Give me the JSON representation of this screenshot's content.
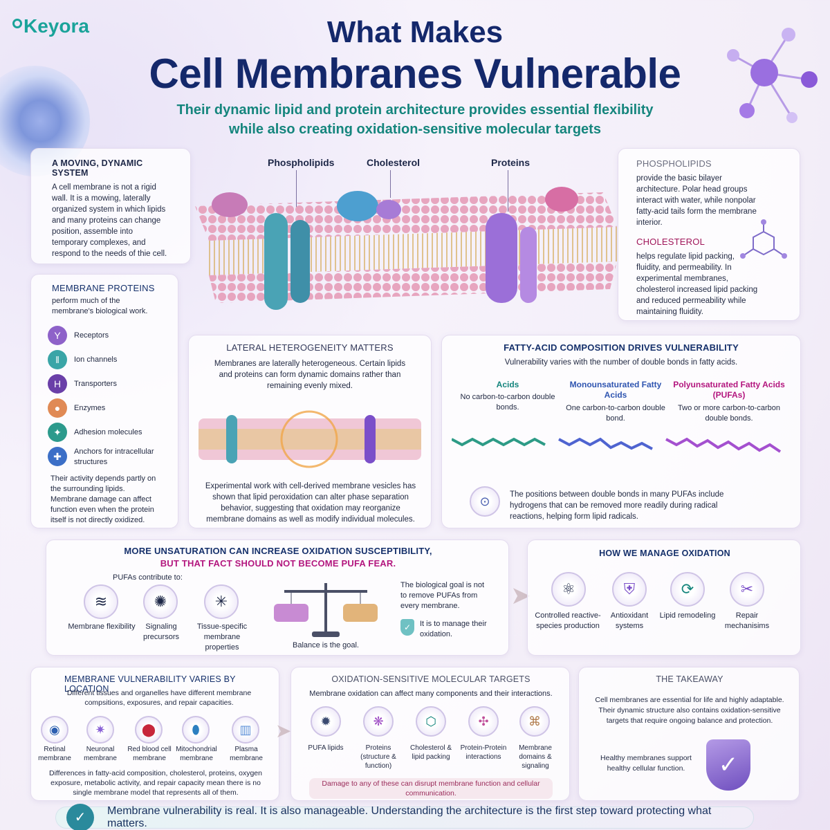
{
  "logo": "Keyora",
  "title": {
    "line1": "What Makes",
    "line2": "Cell Membranes Vulnerable"
  },
  "subtitle": {
    "line1": "Their dynamic lipid and protein architecture provides essential flexibility",
    "line2": "while also creating oxidation-sensitive molecular targets"
  },
  "dynamic": {
    "heading": "A MOVING, DYNAMIC SYSTEM",
    "text": "A cell membrane is not a rigid wall. It is a mowing, laterally organized system in which lipids and many proteins can change position, assemble into temporary complexes, and respond to the needs of thie cell."
  },
  "membrane_labels": {
    "phospholipids": "Phospholipids",
    "cholesterol": "Cholesterol",
    "proteins": "Proteins"
  },
  "phospho_chol": {
    "phospho_heading": "PHOSPHOLIPIDS",
    "phospho_text": "provide the basic bilayer architecture. Polar head groups interact with water, while nonpolar fatty-acid tails form the membrane interior.",
    "chol_heading": "CHOLESTEROL",
    "chol_text": "helps regulate lipid packing, fluidity, and permeability. In experimental membranes, cholesterol increased lipid packing and reduced permeability while maintaining fluidity."
  },
  "proteins_card": {
    "heading": "MEMBRANE PROTEINS",
    "intro": "perform much of the membrane's biological work.",
    "items": [
      "Receptors",
      "Ion channels",
      "Transporters",
      "Enzymes",
      "Adhesion molecules",
      "Anchors for intracellular structures"
    ],
    "footer": "Their activity depends partly on the surrounding lipids. Membrane damage can affect function even when the protein itself is not directly oxidized."
  },
  "lateral": {
    "heading": "LATERAL HETEROGENEITY MATTERS",
    "top": "Membranes are laterally heterogeneous. Certain lipids and proteins can form dynamic domains rather than remaining evenly mixed.",
    "bottom": "Experimental work with cell-derived membrane vesicles has shown that lipid peroxidation can alter phase separation behavior, suggesting that oxidation may reorganize membrane domains as well as modify individual molecules."
  },
  "fatty": {
    "heading": "FATTY-ACID COMPOSITION DRIVES VULNERABILITY",
    "sub": "Vulnerability varies with the number of double bonds in fatty acids.",
    "cols": [
      {
        "name": "Acids",
        "desc": "No carbon-to-carbon double bonds."
      },
      {
        "name": "Monounsaturated Fatty Acids",
        "desc": "One carbon-to-carbon double bond."
      },
      {
        "name": "Polyunsaturated Fatty Acids (PUFAs)",
        "desc": "Two or more carbon-to-carbon double bonds."
      }
    ],
    "note": "The positions between double bonds in many PUFAs include hydrogens that can be removed more readily during radical reactions, helping form lipid radicals."
  },
  "unsat": {
    "heading1": "MORE UNSATURATION CAN INCREASE OXIDATION SUSCEPTIBILITY,",
    "heading2": "BUT THAT FACT SHOULD NOT BECOME PUFA FEAR.",
    "contrib": "PUFAs contribute to:",
    "items": [
      "Membrane flexibility",
      "Signaling precursors",
      "Tissue-specific membrane properties"
    ],
    "balance": "Balance is the goal.",
    "goal": "The biological goal is not to remove PUFAs from every membrane.",
    "manage": "It is to manage their oxidation."
  },
  "manage": {
    "heading": "HOW WE MANAGE OXIDATION",
    "items": [
      "Controlled reactive-species production",
      "Antioxidant systems",
      "Lipid remodeling",
      "Repair mechanisims"
    ]
  },
  "location": {
    "heading": "MEMBRANE VULNERABILITY VARIES BY LOCATION",
    "intro": "Different tissues and organelles have different membrane compsitions, exposures, and repair capacities.",
    "items": [
      "Retinal membrane",
      "Neuronal membrane",
      "Red blood cell membrane",
      "Mitochondrial membrane",
      "Plasma membrane"
    ],
    "footer": "Differences in fatty-acid composition, cholesterol, proteins, oxygen exposure, metabolic activity, and repair capacity mean there is no single membrane model that represents all of them."
  },
  "targets": {
    "heading": "OXIDATION-SENSITIVE MOLECULAR TARGETS",
    "intro": "Membrane oxidation can affect many components and their interactions.",
    "items": [
      "PUFA lipids",
      "Proteins (structure & function)",
      "Cholesterol & lipid packing",
      "Protein-Protein interactions",
      "Membrane domains & signaling"
    ],
    "footer": "Damage to any of these can disrupt membrane function and cellular communication."
  },
  "takeaway": {
    "heading": "THE TAKEAWAY",
    "text": "Cell membranes are essential for life and highly adaptable. Their dynamic structure also contains oxidation-sensitive targets that require ongoing balance and protection.",
    "healthy": "Healthy membranes support healthy cellular function."
  },
  "footer": "Membrane vulnerability is real. It is also manageable. Understanding the architecture is the first step toward protecting what matters.",
  "colors": {
    "navy": "#14286b",
    "teal": "#15857d",
    "magenta": "#b3167e",
    "purple": "#7b4fc9"
  },
  "icons": [
    "cell-icon",
    "molecule-icon",
    "shield-check-icon",
    "scale-icon",
    "eye-icon",
    "neuron-icon",
    "blood-cell-icon",
    "mitochondria-icon"
  ]
}
